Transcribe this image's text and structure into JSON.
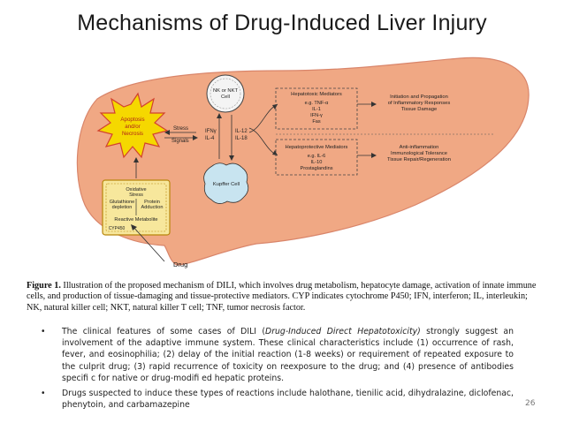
{
  "slide": {
    "title": "Mechanisms of Drug-Induced Liver Injury",
    "page_number": "26"
  },
  "diagram": {
    "apoptosis": [
      "Apoptosis",
      "and/or",
      "Necrosis"
    ],
    "stress": "Stress",
    "signals": "Signals",
    "nk_cell": [
      "NK or NKT",
      "Cell"
    ],
    "ifn_il4": [
      "IFNγ",
      "IL-4"
    ],
    "il12_il18": [
      "IL-12",
      "IL-18"
    ],
    "kupffer": "Kupffer Cell",
    "hepatotoxic_title": "Hepatotoxic Mediators",
    "hepatotoxic_items": [
      "e.g. TNF-α",
      "IL-1",
      "IFN-γ",
      "Fas"
    ],
    "hepatoprotective_title": "Hepatoprotective Mediators",
    "hepatoprotective_items": [
      "e.g. IL-6",
      "IL-10",
      "Prostaglandins"
    ],
    "initiation": [
      "Initiation and Propagation",
      "of Inflammatory Responses",
      "Tissue Damage"
    ],
    "anti_inflammation": [
      "Anti-inflammation",
      "Immunological Tolerance",
      "Tissue Repair/Regeneration"
    ],
    "oxidative_stress": [
      "Oxidative",
      "Stress"
    ],
    "glutathione": [
      "Glutathione",
      "depletion"
    ],
    "protein_adduction": [
      "Protein",
      "Adduction"
    ],
    "reactive_metabolite": "Reactive Metabolite",
    "cyp450": "CYP450",
    "drug": "Drug",
    "colors": {
      "liver": "#f0a884",
      "liver_edge": "#d9856a",
      "apoptosis": "#f5d800",
      "apoptosis_edge": "#d2412d",
      "metabolism_box": "#f7e79c",
      "metabolism_edge": "#b8860b",
      "kupffer": "#c8e4f0"
    }
  },
  "caption": {
    "figure_label": "Figure 1.",
    "line1": "Illustration of the proposed mechanism of DILI, which involves drug metabolism, hepatocyte damage, activation of innate",
    "line2": "immune cells, and production of tissue-damaging and tissue-protective mediators. CYP indicates cytochrome P450; IFN, interferon;",
    "line3": "IL, interleukin; NK, natural killer cell; NKT, natural killer T cell; TNF, tumor necrosis factor."
  },
  "bullets": [
    {
      "marker": "•",
      "text_before": "The clinical features of some cases of DILI (",
      "text_italic": "Drug-Induced Direct Hepatotoxicity)",
      "text_after": " strongly suggest an involvement of the adaptive immune system. These clinical characteristics include (1) occurrence of rash, fever, and eosinophilia; (2) delay of the initial reaction (1-8 weeks) or requirement of repeated exposure to the culprit drug; (3) rapid recurrence of toxicity on reexposure to the drug; and (4) presence of antibodies specifi c for native or drug-modifi ed hepatic proteins."
    },
    {
      "marker": "•",
      "text": "Drugs suspected to induce these types of reactions include halothane, tienilic acid, dihydralazine, diclofenac, phenytoin, and carbamazepine"
    }
  ]
}
